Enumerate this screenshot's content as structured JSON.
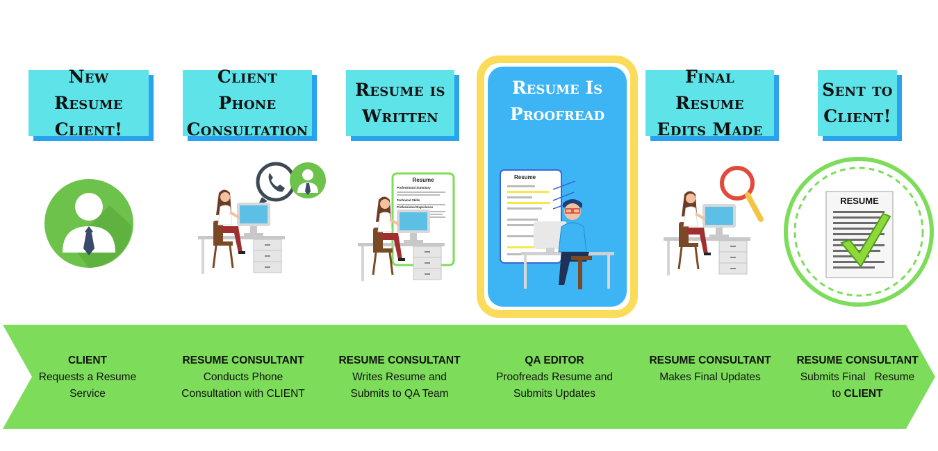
{
  "steps": [
    {
      "title": "New Resume Client!",
      "role": "CLIENT",
      "desc": "Requests a Resume Service",
      "icon": "user-avatar-icon"
    },
    {
      "title": "Client Phone Consultation",
      "role": "RESUME CONSULTANT",
      "desc": "Conducts Phone Consultation with CLIENT",
      "icon": "phone-consultant-icon"
    },
    {
      "title": "Resume is Written",
      "role": "RESUME CONSULTANT",
      "desc": "Writes Resume and Submits to QA Team",
      "icon": "writing-consultant-icon"
    },
    {
      "title": "Resume Is Proofread",
      "role": "QA EDITOR",
      "desc": "Proofreads Resume and Submits Updates",
      "icon": "proofreading-editor-icon"
    },
    {
      "title": "Final Resume Edits Made",
      "role": "RESUME CONSULTANT",
      "desc": "Makes Final Updates",
      "icon": "magnifier-consultant-icon"
    },
    {
      "title": "Sent to Client!",
      "role": "RESUME CONSULTANT",
      "desc_main": "Submits Final   Resume",
      "desc_to": "to ",
      "desc_client": "CLIENT",
      "icon": "resume-check-icon"
    }
  ],
  "doc_labels": {
    "resume_small": "Resume",
    "resume_big": "RESUME",
    "summary": "Professional Summary",
    "skills": "Technical Skills",
    "experience": "Professional Experience"
  },
  "colors": {
    "title_box": "#5ee3e8",
    "title_shadow": "#2aa2ee",
    "highlight_border": "#fbdc5a",
    "highlight_fill": "#3db5f5",
    "band": "#7ddc5a",
    "avatar": "#6cc24a"
  }
}
